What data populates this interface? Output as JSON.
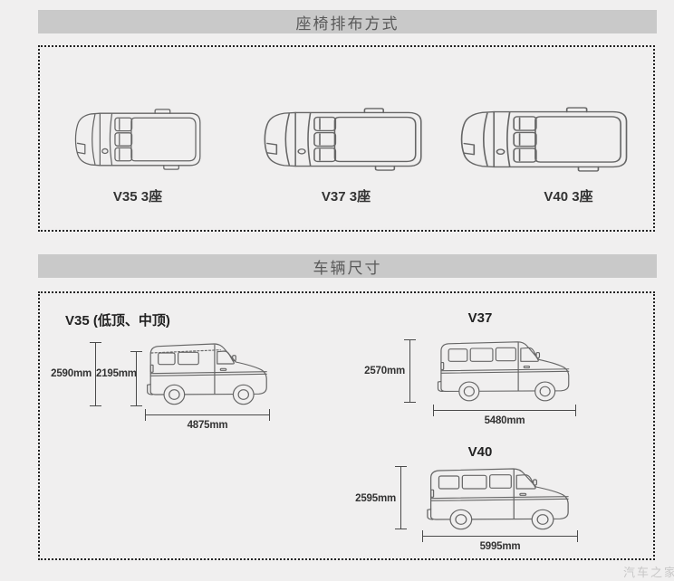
{
  "colors": {
    "background": "#f0efef",
    "header_bar": "#c9c9c9",
    "header_text": "#595959",
    "line_art": "#666666",
    "dimension_lines": "#4a4a4a",
    "dimension_text": "#333333",
    "dotted_border": "#222222"
  },
  "sections": {
    "seating": {
      "title": "座椅排布方式",
      "vans": [
        {
          "label": "V35 3座"
        },
        {
          "label": "V37 3座"
        },
        {
          "label": "V40 3座"
        }
      ]
    },
    "dimensions": {
      "title": "车辆尺寸",
      "models": [
        {
          "name": "V35 (低顶、中顶)",
          "height_mid_roof": "2590mm",
          "height_low_roof": "2195mm",
          "length": "4875mm"
        },
        {
          "name": "V37",
          "height": "2570mm",
          "length": "5480mm"
        },
        {
          "name": "V40",
          "height": "2595mm",
          "length": "5995mm"
        }
      ]
    }
  },
  "watermark": {
    "text": "汽车之家"
  }
}
